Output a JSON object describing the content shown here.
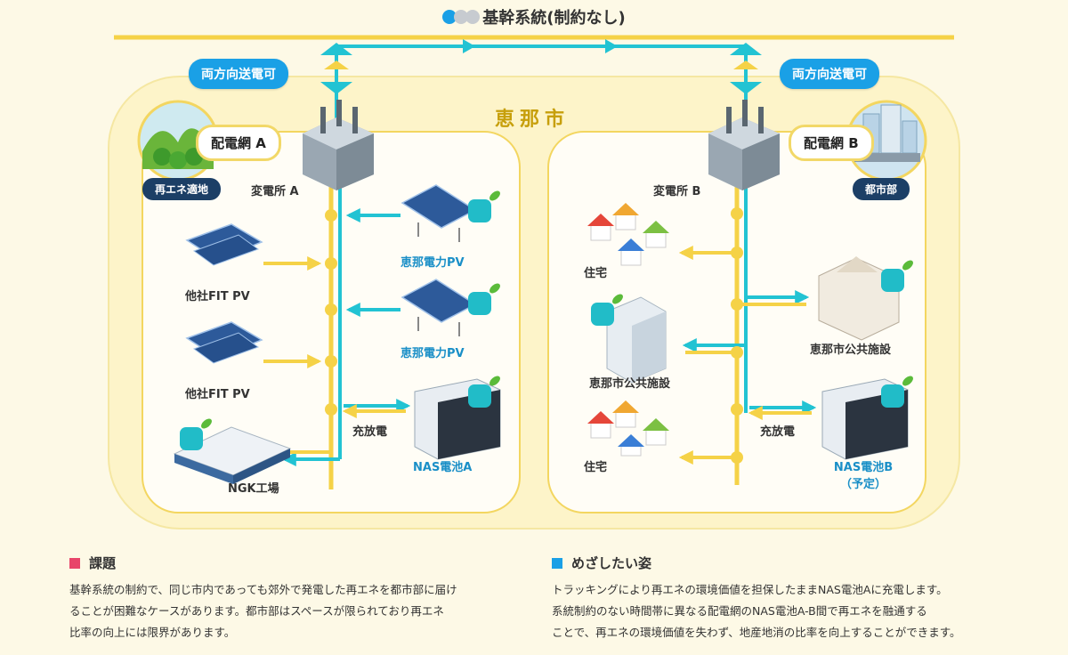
{
  "header": {
    "title": "基幹系統(制約なし)"
  },
  "city": {
    "name": "恵那市"
  },
  "transmission": {
    "left_label": "両方向送電可",
    "right_label": "両方向送電可"
  },
  "network_a": {
    "title": "配電網 A",
    "area_badge": "再エネ適地",
    "substation": "変電所 A",
    "pv_left_1": "他社FIT PV",
    "pv_left_2": "他社FIT PV",
    "pv_right_1": "恵那電力PV",
    "pv_right_2": "恵那電力PV",
    "charge_label": "充放電",
    "battery": "NAS電池A",
    "factory": "NGK工場"
  },
  "network_b": {
    "title": "配電網 B",
    "area_badge": "都市部",
    "substation": "変電所 B",
    "house_1": "住宅",
    "public_left": "恵那市公共施設",
    "house_2": "住宅",
    "public_right": "恵那市公共施設",
    "charge_label": "充放電",
    "battery": "NAS電池B",
    "battery_note": "（予定）"
  },
  "issue": {
    "heading": "課題",
    "lines": [
      "基幹系統の制約で、同じ市内であっても郊外で発電した再エネを都市部に届け",
      "ることが困難なケースがあります。都市部はスペースが限られており再エネ",
      "比率の向上には限界があります。"
    ]
  },
  "goal": {
    "heading": "めざしたい姿",
    "lines": [
      "トラッキングにより再エネの環境価値を担保したままNAS電池Aに充電します。",
      "系統制約のない時間帯に異なる配電網のNAS電池A-B間で再エネを融通する",
      "ことで、再エネの環境価値を失わず、地産地消の比率を向上することができます。"
    ]
  },
  "colors": {
    "yellow_line": "#f5d247",
    "teal_line": "#22c3d3",
    "blue_pill": "#1aa0e6",
    "navy": "#1c3f66",
    "issue_square": "#e8456a",
    "goal_square": "#1aa0e6",
    "city_text": "#c79f0b"
  }
}
